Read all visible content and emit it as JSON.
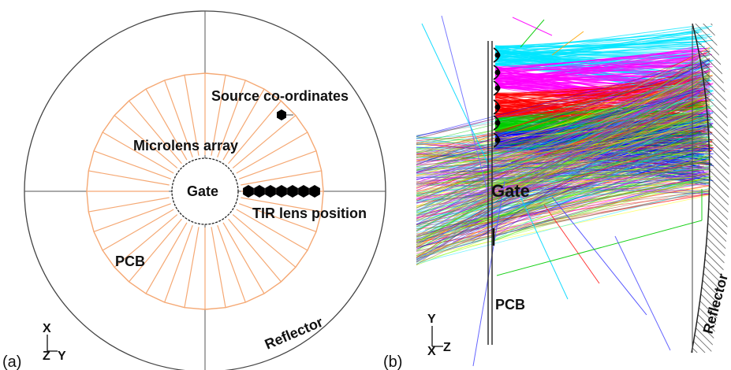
{
  "panel_a": {
    "tag": "(a)",
    "labels": {
      "source": "Source co-ordinates",
      "microlens": "Microlens array",
      "gate": "Gate",
      "tir": "TIR lens position",
      "pcb": "PCB",
      "reflector": "Reflector"
    },
    "axes": {
      "x": "X",
      "z": "Z",
      "y": "Y"
    },
    "microlens_segments": 36,
    "tir_lens_count": 7,
    "colors": {
      "microlens": "#f5a873",
      "outline": "#444444",
      "lens": "#000000"
    }
  },
  "panel_b": {
    "tag": "(b)",
    "labels": {
      "gate": "Gate",
      "pcb": "PCB",
      "reflector": "Reflector"
    },
    "axes": {
      "y": "Y",
      "x": "X",
      "z": "Z"
    },
    "ray_colors": [
      "#00e5ff",
      "#ff00ff",
      "#ff0000",
      "#00cc00",
      "#0000ff",
      "#ffff00",
      "#8a2be2",
      "#00bfff",
      "#ff8c00",
      "#808080",
      "#a0522d",
      "#7cfc00"
    ],
    "band_colors": [
      "#00e5ff",
      "#ff00ff",
      "#ff0000",
      "#00cc00",
      "#0000ff"
    ]
  }
}
